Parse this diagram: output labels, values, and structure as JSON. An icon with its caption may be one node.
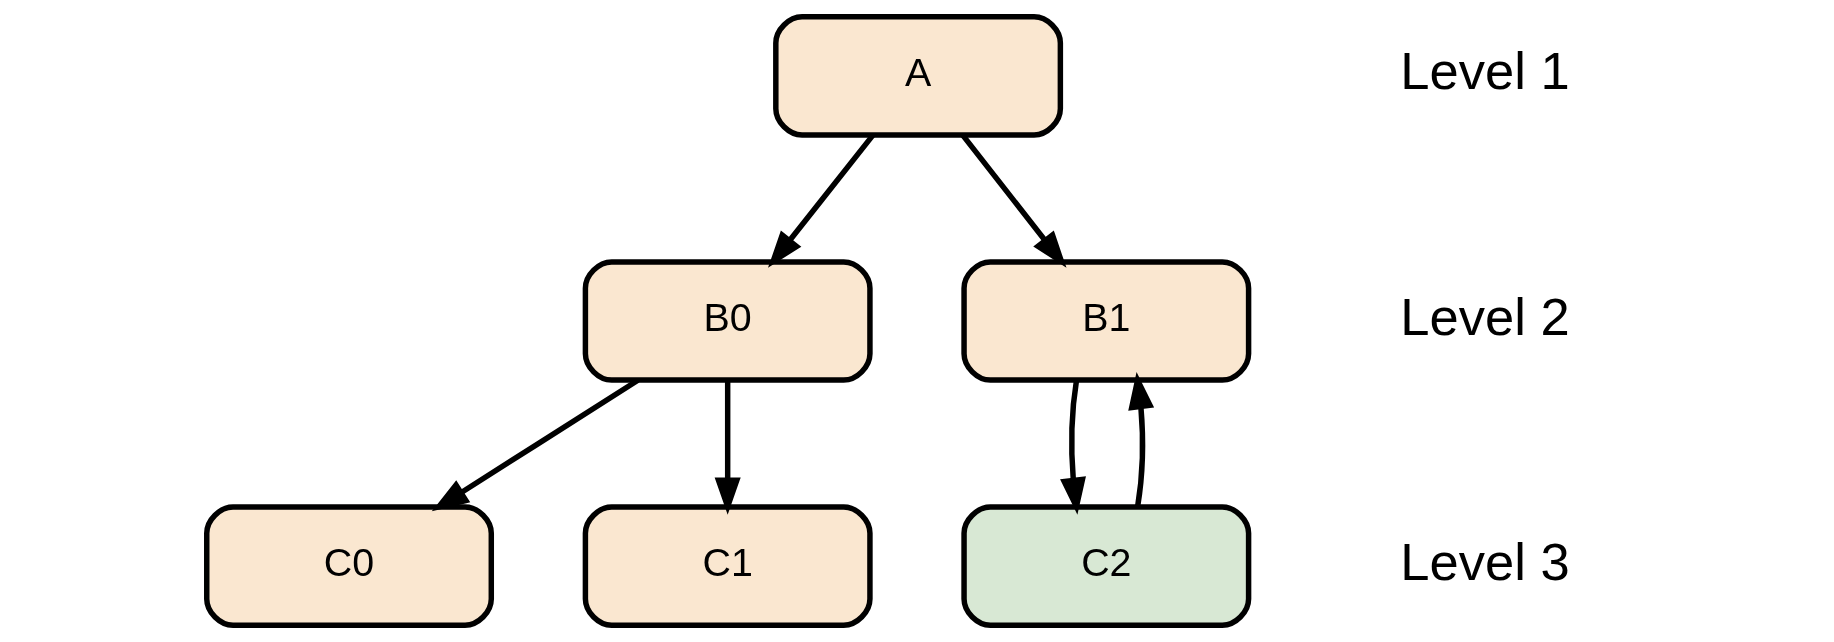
{
  "diagram": {
    "nodes": [
      {
        "text": [
          "A"
        ]
      },
      {
        "text": [
          "B0"
        ]
      },
      {
        "text": [
          "B1"
        ]
      },
      {
        "text": [
          "C0"
        ]
      },
      {
        "text": [
          "C1"
        ]
      },
      {
        "text": [
          "C2"
        ]
      }
    ],
    "edges": [
      {
        "from": 0,
        "to": 1,
        "arrow": "to"
      },
      {
        "from": 0,
        "to": 2,
        "arrow": "to"
      },
      {
        "from": 1,
        "to": 3,
        "arrow": "to"
      },
      {
        "from": 1,
        "to": 4,
        "arrow": "to"
      },
      {
        "from": 2,
        "to": 5,
        "arrow": "to"
      },
      {
        "from": 5,
        "to": 2,
        "arrow": "to"
      }
    ],
    "labels": [
      "Level 1",
      "Level 2",
      "Level 3"
    ]
  }
}
